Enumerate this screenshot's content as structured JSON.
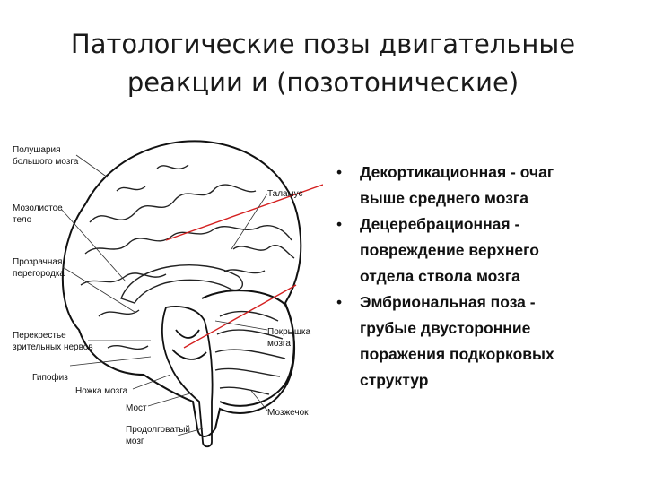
{
  "slide": {
    "title_lines": [
      "Патологические позы двигательные",
      "реакции и (позотонические)"
    ]
  },
  "bullets": [
    {
      "lines": [
        "Декортикационная - очаг",
        "выше среднего мозга"
      ]
    },
    {
      "lines": [
        "Децеребрационная -",
        "повреждение верхнего",
        "отдела ствола мозга"
      ]
    },
    {
      "lines": [
        "Эмбриональная поза -",
        "грубые двусторонние",
        "поражения подкорковых",
        "структур"
      ]
    }
  ],
  "figure": {
    "labels": {
      "hemispheres": [
        "Полушария",
        "большого мозга"
      ],
      "corpus_callosum": [
        "Мозолистое",
        "тело"
      ],
      "septum": [
        "Прозрачная",
        "перегородка"
      ],
      "chiasm": [
        "Перекрестье",
        "зрительных нервов"
      ],
      "pituitary": [
        "Гипофиз"
      ],
      "cerebral_peduncle": [
        "Ножка мозга"
      ],
      "pons": [
        "Мост"
      ],
      "medulla": [
        "Продолговатый",
        "мозг"
      ],
      "thalamus": [
        "Таламус"
      ],
      "tectum": [
        "Покрышка",
        "мозга"
      ],
      "cerebellum": [
        "Мозжечок"
      ]
    },
    "pointer_color": "#d42020"
  }
}
